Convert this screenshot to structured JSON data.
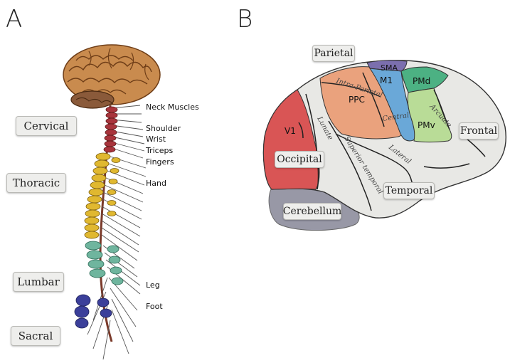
{
  "panel_a": {
    "letter": "A",
    "regions": [
      "Cervical",
      "Thoracic",
      "Lumbar",
      "Sacral"
    ],
    "muscles": [
      "Neck Muscles",
      "Shoulder",
      "Wrist",
      "Triceps",
      "Fingers",
      "Hand",
      "Leg",
      "Foot"
    ]
  },
  "panel_b": {
    "letter": "B",
    "lobes": [
      "Parietal",
      "Occipital",
      "Temporal",
      "Frontal",
      "Cerebellum"
    ],
    "areas": [
      "SMA",
      "M1",
      "PMd",
      "PPC",
      "PMv",
      "V1"
    ],
    "sulci": [
      "Intra-Parietal",
      "Central",
      "Arcuate",
      "Lunate",
      "Superior temporal",
      "Lateral"
    ]
  },
  "colors": {
    "cervical": "#a8343c",
    "thoracic": "#e0b830",
    "lumbar": "#6fb59e",
    "sacral": "#3b3f9a",
    "v1": "#d95555",
    "ppc": "#eaa27d",
    "m1": "#6aa8d8",
    "pmd": "#4cb183",
    "pmv": "#b9dc97",
    "sma": "#7b6fae",
    "cerebellum": "#9898a6",
    "cortex": "#e8e8e5"
  }
}
